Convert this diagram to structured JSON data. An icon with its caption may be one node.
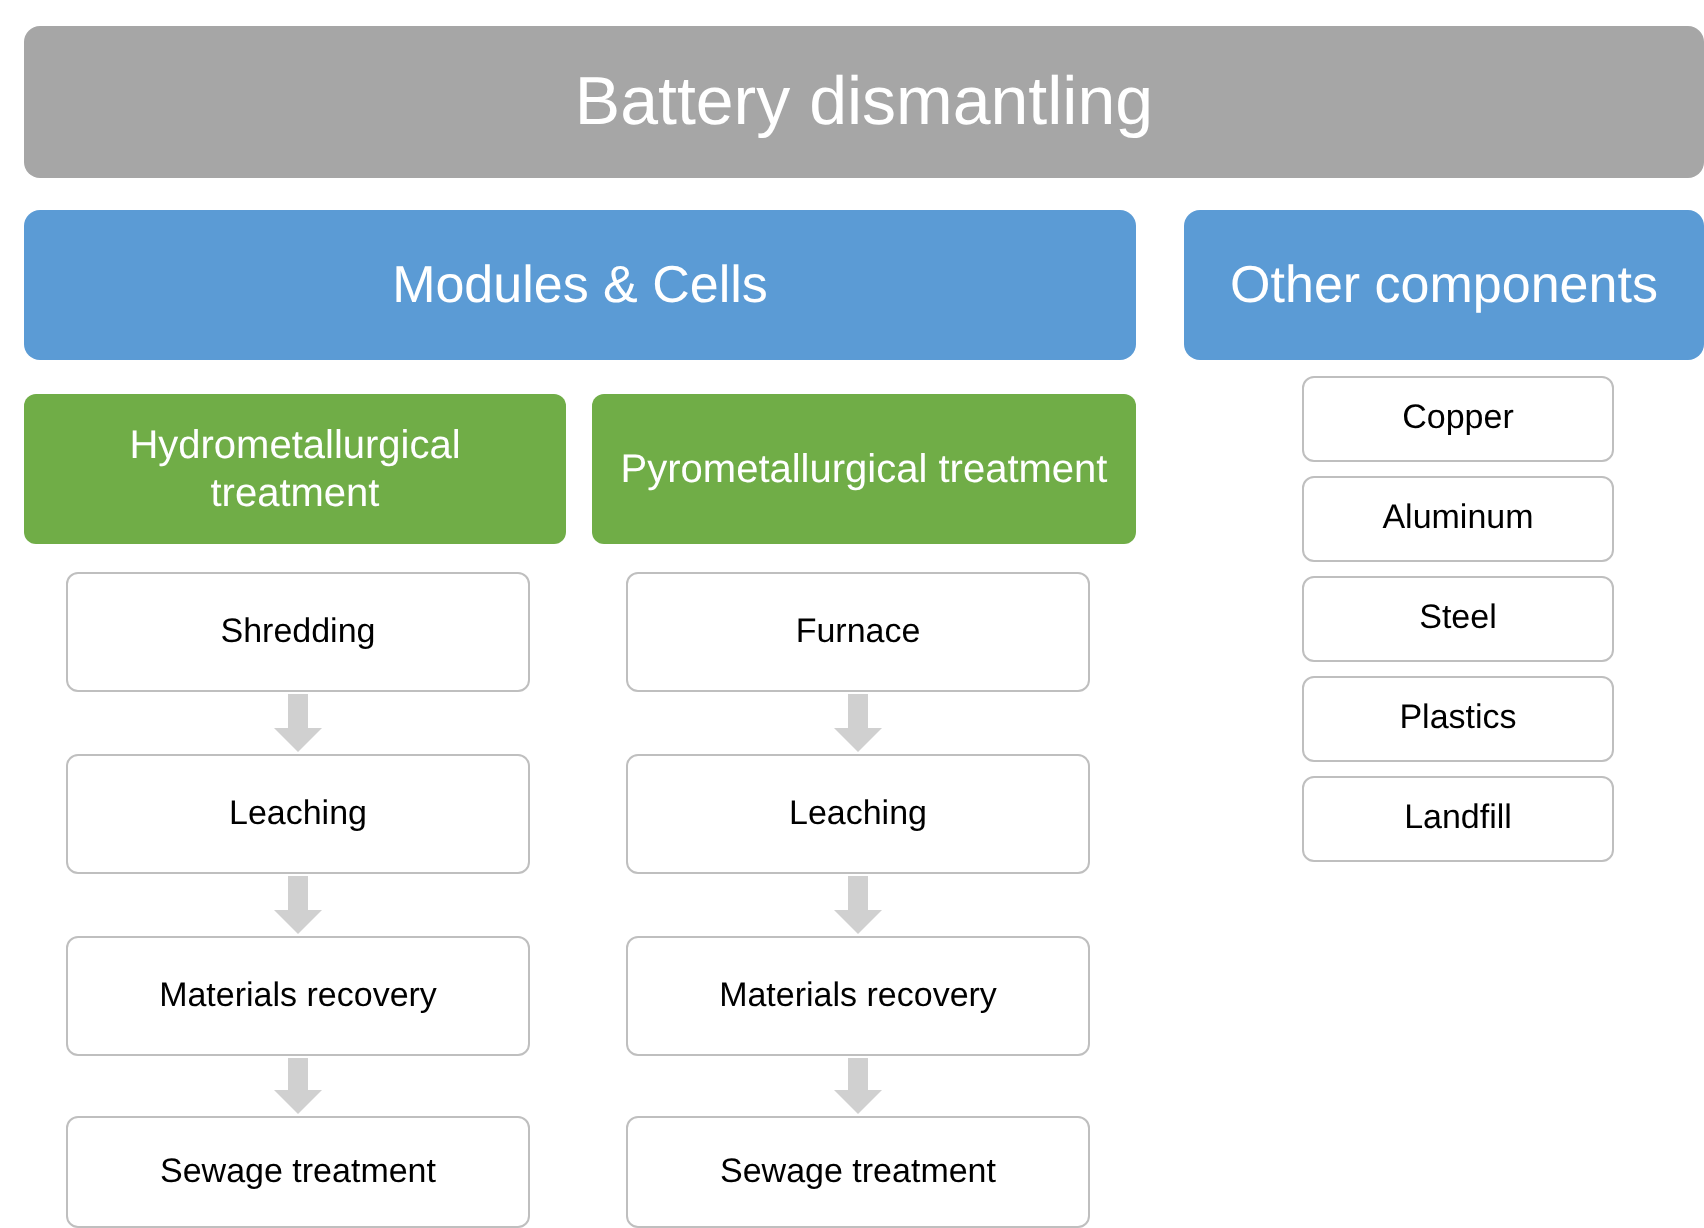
{
  "diagram": {
    "nodes": [
      {
        "text": [
          "Battery dismantling"
        ]
      },
      {
        "text": [
          "Modules & Cells"
        ]
      },
      {
        "text": [
          "Other components"
        ]
      },
      {
        "text": [
          "Hydrometallurgical treatment"
        ]
      },
      {
        "text": [
          "Pyrometallurgical treatment"
        ]
      },
      {
        "text": [
          "Shredding"
        ]
      },
      {
        "text": [
          "Leaching"
        ]
      },
      {
        "text": [
          "Materials recovery"
        ]
      },
      {
        "text": [
          "Sewage treatment"
        ]
      },
      {
        "text": [
          "Furnace"
        ]
      },
      {
        "text": [
          "Leaching"
        ]
      },
      {
        "text": [
          "Materials recovery"
        ]
      },
      {
        "text": [
          "Sewage treatment"
        ]
      },
      {
        "text": [
          "Copper"
        ]
      },
      {
        "text": [
          "Aluminum"
        ]
      },
      {
        "text": [
          "Steel"
        ]
      },
      {
        "text": [
          "Plastics"
        ]
      },
      {
        "text": [
          "Landfill"
        ]
      }
    ],
    "edges": [
      {
        "from": 5,
        "to": 6,
        "arrow": "to"
      },
      {
        "from": 6,
        "to": 7,
        "arrow": "to"
      },
      {
        "from": 7,
        "to": 8,
        "arrow": "to"
      },
      {
        "from": 9,
        "to": 10,
        "arrow": "to"
      },
      {
        "from": 10,
        "to": 11,
        "arrow": "to"
      },
      {
        "from": 11,
        "to": 12,
        "arrow": "to"
      }
    ]
  }
}
